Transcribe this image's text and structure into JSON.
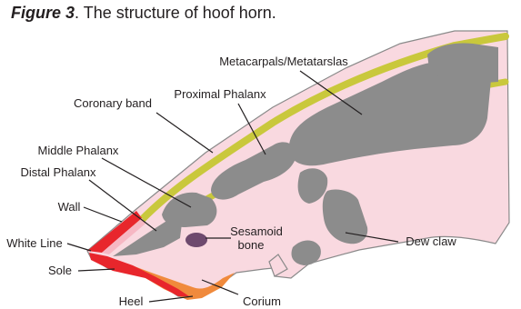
{
  "caption": {
    "figure_label": "Figure 3",
    "text": ". The structure of hoof horn."
  },
  "labels": {
    "metacarpals": "Metacarpals/Metatarslas",
    "proximal_phalanx": "Proximal Phalanx",
    "coronary_band": "Coronary band",
    "middle_phalanx": "Middle Phalanx",
    "distal_phalanx": "Distal Phalanx",
    "wall": "Wall",
    "white_line": "White Line",
    "sole": "Sole",
    "heel": "Heel",
    "corium": "Corium",
    "sesamoid_1": "Sesamoid",
    "sesamoid_2": "bone",
    "dew_claw": "Dew claw"
  },
  "colors": {
    "skin": "#f9d9e0",
    "skin_outline": "#8a8a8a",
    "bone": "#8c8c8c",
    "band": "#c9c83c",
    "wall": "#e8262c",
    "heel": "#f08a3c",
    "sesamoid": "#6e4a6e"
  }
}
